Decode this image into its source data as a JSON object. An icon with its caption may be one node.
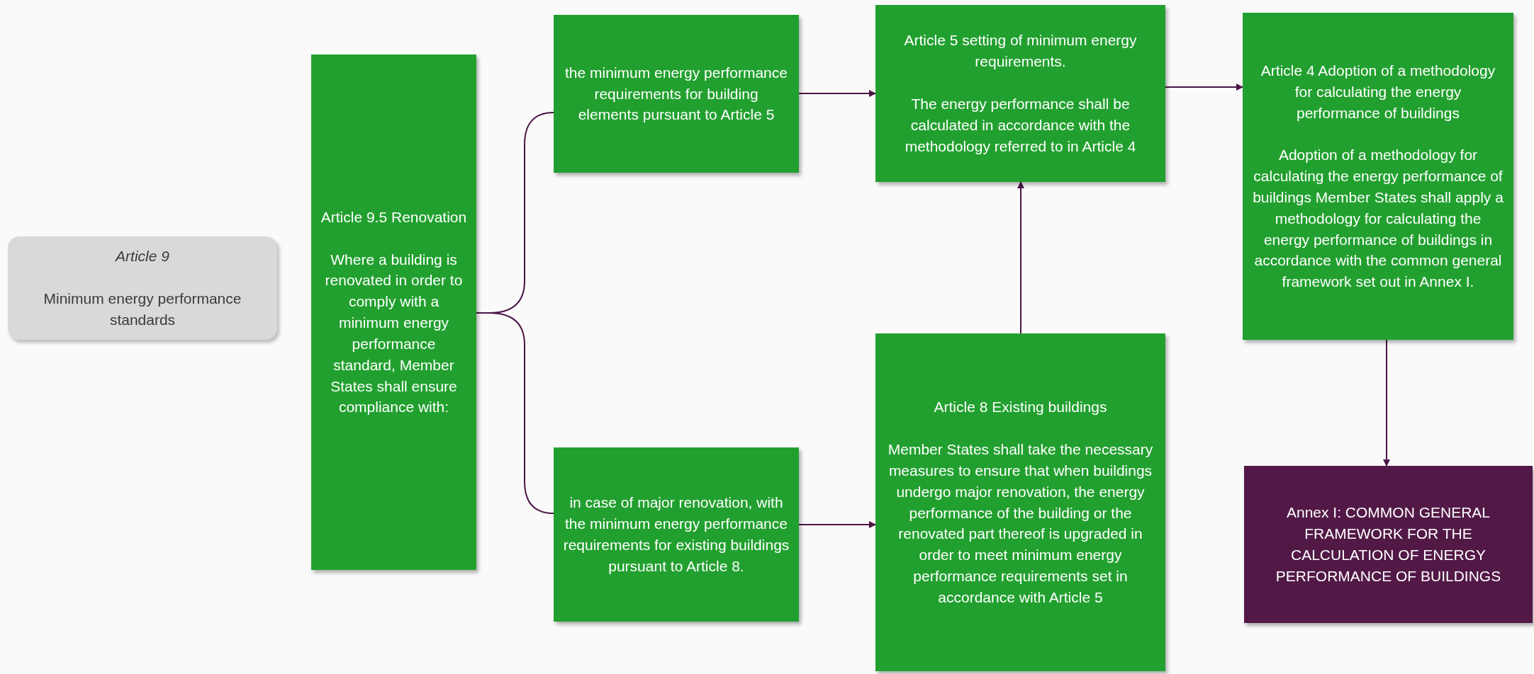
{
  "diagram": {
    "nodes": [
      {
        "text": [
          "Article 9",
          "Minimum energy performance standards"
        ]
      },
      {
        "text": [
          "Article 9.5 Renovation",
          "Where a building is renovated in order to comply with a minimum energy performance standard, Member States shall ensure compliance with:"
        ]
      },
      {
        "text": [
          "the minimum energy performance requirements for building elements pursuant to Article 5"
        ]
      },
      {
        "text": [
          "in case of major renovation, with the minimum energy performance requirements for existing buildings pursuant to Article 8."
        ]
      },
      {
        "text": [
          "Article 5 setting of minimum energy requirements.",
          "The energy performance shall be calculated in accordance with the methodology referred to in Article 4"
        ]
      },
      {
        "text": [
          "Article 8 Existing buildings",
          "Member States shall take the necessary measures to ensure that when buildings undergo major renovation, the energy performance of the building or the renovated part thereof is upgraded in order to meet minimum energy performance requirements set in accordance with Article 5"
        ]
      },
      {
        "text": [
          "Article 4 Adoption of a methodology for calculating the energy performance of buildings",
          "Adoption of a methodology for calculating the energy performance of buildings Member States shall apply a methodology for calculating the energy performance of buildings in accordance with the common general framework set out in Annex I."
        ]
      },
      {
        "text": [
          "Annex I: COMMON GENERAL FRAMEWORK FOR THE CALCULATION OF ENERGY PERFORMANCE OF BUILDINGS"
        ]
      }
    ],
    "edges": [
      {
        "from": 1,
        "to": 2,
        "arrow": "none"
      },
      {
        "from": 1,
        "to": 3,
        "arrow": "none"
      },
      {
        "from": 2,
        "to": 4,
        "arrow": "to"
      },
      {
        "from": 3,
        "to": 5,
        "arrow": "to"
      },
      {
        "from": 5,
        "to": 4,
        "arrow": "to"
      },
      {
        "from": 4,
        "to": 6,
        "arrow": "to"
      },
      {
        "from": 6,
        "to": 7,
        "arrow": "to"
      }
    ]
  }
}
